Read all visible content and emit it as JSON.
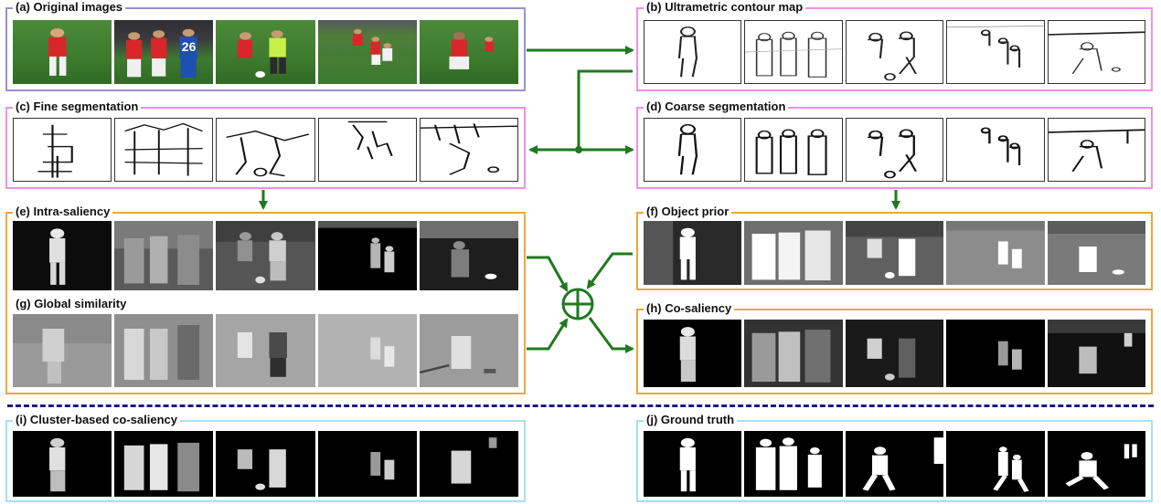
{
  "panels": {
    "a": {
      "label": "(a) Original images"
    },
    "b": {
      "label": "(b) Ultrametric contour map"
    },
    "c": {
      "label": "(c) Fine segmentation"
    },
    "d": {
      "label": "(d) Coarse segmentation"
    },
    "e": {
      "label": "(e) Intra-saliency"
    },
    "f": {
      "label": "(f) Object prior"
    },
    "g": {
      "label": "(g) Global similarity"
    },
    "h": {
      "label": "(h) Co-saliency"
    },
    "i": {
      "label": "(i) Cluster-based co-saliency"
    },
    "j": {
      "label": "(j) Ground truth"
    }
  },
  "thumb_jersey": "26",
  "colors": {
    "arrow": "#1e7a1e",
    "panel_a": "#9b8fd6",
    "panel_bcd": "#ee8fe6",
    "panel_efgh": "#f0a53a",
    "panel_ij": "#a6dff0",
    "divider": "#1a1a8a"
  }
}
